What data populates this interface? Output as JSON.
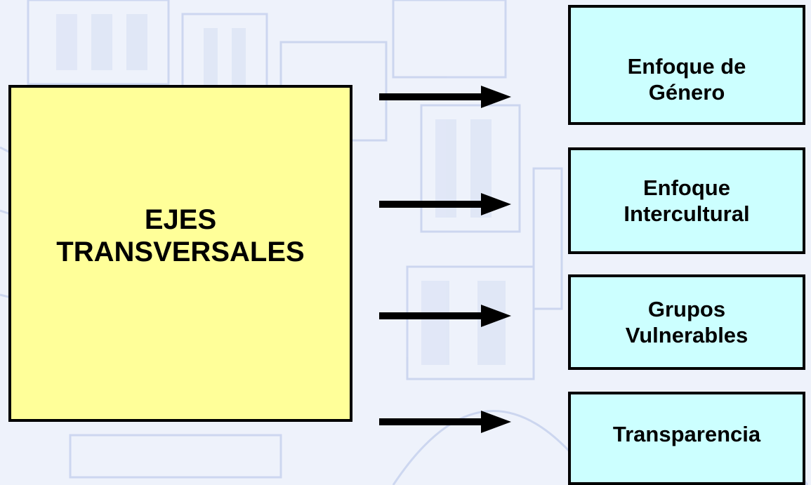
{
  "main": {
    "title_line1": "EJES",
    "title_line2": "TRANSVERSALES"
  },
  "targets": [
    {
      "line1": "Enfoque de",
      "line2": "Género"
    },
    {
      "line1": "Enfoque",
      "line2": "Intercultural"
    },
    {
      "line1": "Grupos",
      "line2": "Vulnerables"
    },
    {
      "line1": "Transparencia",
      "line2": ""
    }
  ],
  "colors": {
    "main_box": "#ffff99",
    "target_box": "#ccffff",
    "arrow": "#000000",
    "background": "#eef2fb"
  }
}
